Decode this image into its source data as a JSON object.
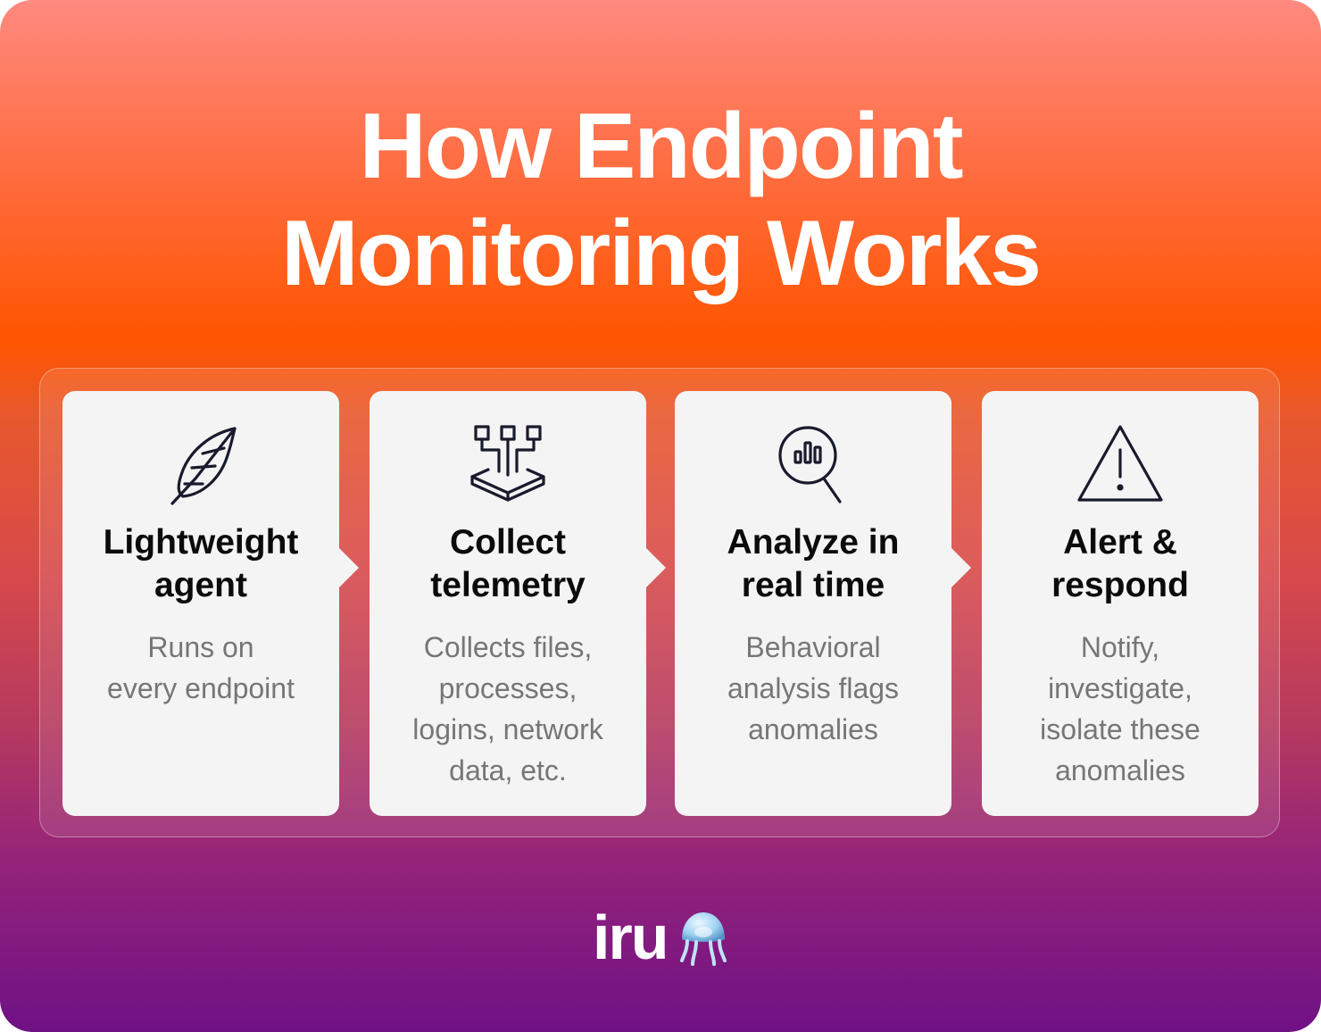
{
  "title": {
    "line1": "How Endpoint",
    "line2": "Monitoring Works"
  },
  "steps": [
    {
      "icon": "feather-icon",
      "title_lines": [
        "Lightweight",
        "agent"
      ],
      "desc_lines": [
        "Runs on",
        "every endpoint"
      ]
    },
    {
      "icon": "data-collection-icon",
      "title_lines": [
        "Collect",
        "telemetry"
      ],
      "desc_lines": [
        "Collects files,",
        "processes,",
        "logins, network",
        "data, etc."
      ]
    },
    {
      "icon": "magnifier-chart-icon",
      "title_lines": [
        "Analyze in",
        "real time"
      ],
      "desc_lines": [
        "Behavioral",
        "analysis flags",
        "anomalies"
      ]
    },
    {
      "icon": "warning-triangle-icon",
      "title_lines": [
        "Alert &",
        "respond"
      ],
      "desc_lines": [
        "Notify,",
        "investigate,",
        "isolate these",
        "anomalies"
      ]
    }
  ],
  "logo": {
    "text": "iru",
    "icon": "jellyfish-icon"
  },
  "colors": {
    "gradient_top": "#ff8a80",
    "gradient_mid": "#ff5500",
    "gradient_bottom": "#6f1185",
    "card_bg": "#f4f4f4",
    "card_title": "#0b0b0b",
    "card_desc": "#767676",
    "icon_stroke": "#1a1a2e"
  }
}
